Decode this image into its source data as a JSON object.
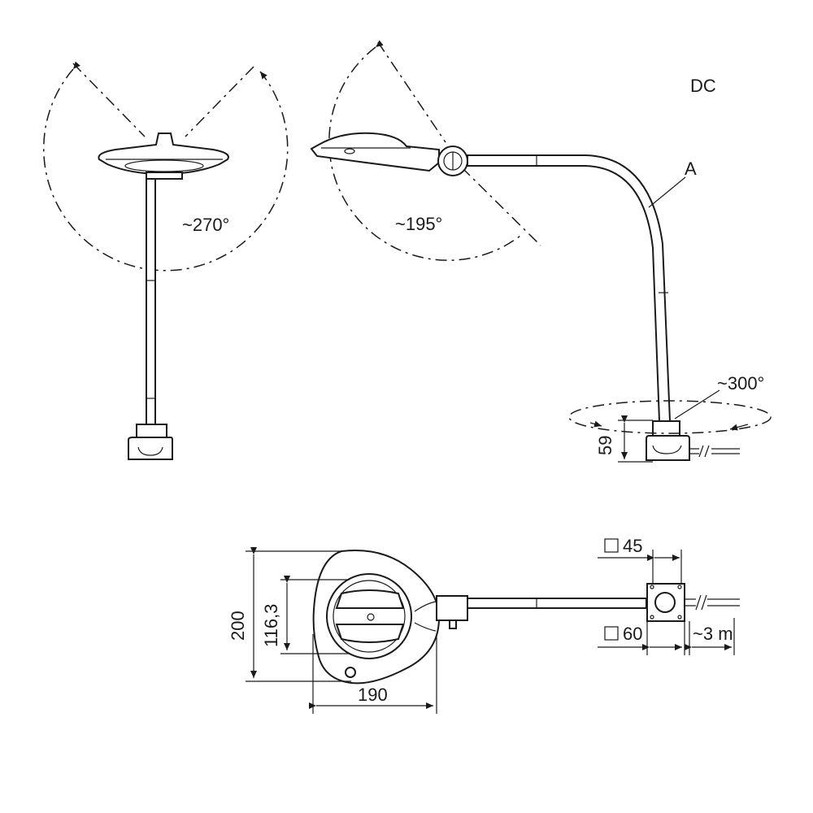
{
  "code": "DC",
  "views": {
    "front": {
      "rotation_label": "~270°"
    },
    "side": {
      "rotation_label": "~195°",
      "arm_label": "A",
      "base_rotation_label": "~300°",
      "base_height_label": "59"
    }
  },
  "plan": {
    "height_label": "200",
    "inner_height_label": "116,3",
    "width_label": "190",
    "base_small_label": "45",
    "base_large_label": "60",
    "cable_label": "~3 m"
  },
  "colors": {
    "line": "#1a1a1a",
    "background": "#ffffff"
  }
}
